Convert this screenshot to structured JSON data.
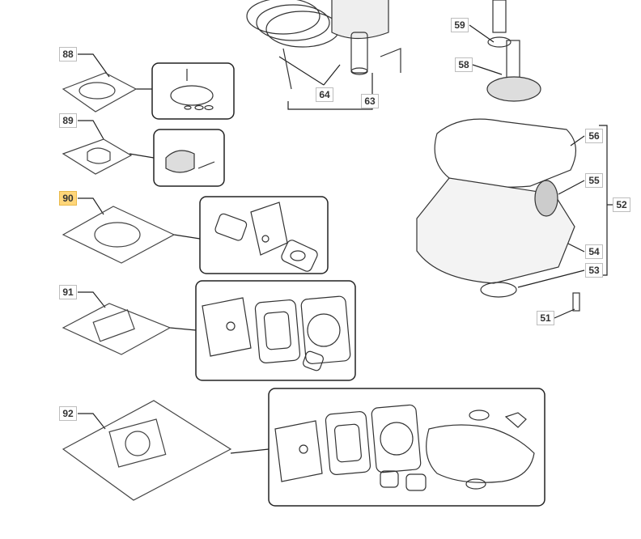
{
  "diagram": {
    "highlight_color": "#ffd67a",
    "callouts": [
      {
        "id": "88",
        "highlighted": false
      },
      {
        "id": "89",
        "highlighted": false
      },
      {
        "id": "90",
        "highlighted": true
      },
      {
        "id": "91",
        "highlighted": false
      },
      {
        "id": "92",
        "highlighted": false
      },
      {
        "id": "64",
        "highlighted": false
      },
      {
        "id": "63",
        "highlighted": false
      },
      {
        "id": "59",
        "highlighted": false
      },
      {
        "id": "58",
        "highlighted": false
      },
      {
        "id": "56",
        "highlighted": false
      },
      {
        "id": "55",
        "highlighted": false
      },
      {
        "id": "52",
        "highlighted": false
      },
      {
        "id": "54",
        "highlighted": false
      },
      {
        "id": "53",
        "highlighted": false
      },
      {
        "id": "51",
        "highlighted": false
      }
    ]
  }
}
